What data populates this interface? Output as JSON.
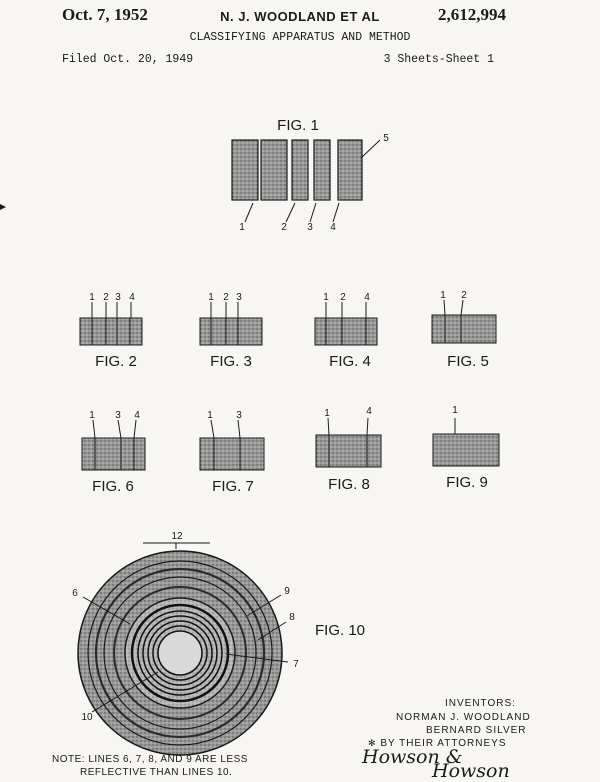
{
  "header": {
    "date": "Oct. 7, 1952",
    "inventor_name": "N. J. WOODLAND ET AL",
    "patent_number": "2,612,994",
    "title": "CLASSIFYING APPARATUS AND METHOD",
    "filed": "Filed Oct. 20, 1949",
    "sheets": "3 Sheets-Sheet 1"
  },
  "figures": [
    {
      "label": "FIG. 1",
      "callouts": [
        "1",
        "2",
        "3",
        "4",
        "5"
      ]
    },
    {
      "label": "FIG. 2",
      "callouts": [
        "1",
        "2",
        "3",
        "4"
      ]
    },
    {
      "label": "FIG. 3",
      "callouts": [
        "1",
        "2",
        "3"
      ]
    },
    {
      "label": "FIG. 4",
      "callouts": [
        "1",
        "2",
        "4"
      ]
    },
    {
      "label": "FIG. 5",
      "callouts": [
        "1",
        "2"
      ]
    },
    {
      "label": "FIG. 6",
      "callouts": [
        "1",
        "3",
        "4"
      ]
    },
    {
      "label": "FIG. 7",
      "callouts": [
        "1",
        "3"
      ]
    },
    {
      "label": "FIG. 8",
      "callouts": [
        "1",
        "4"
      ]
    },
    {
      "label": "FIG. 9",
      "callouts": [
        "1"
      ]
    },
    {
      "label": "FIG. 10",
      "callouts": [
        "12",
        "6",
        "9",
        "8",
        "7",
        "10"
      ]
    }
  ],
  "inventors": {
    "heading": "INVENTORS:",
    "names": [
      "NORMAN J. WOODLAND",
      "BERNARD SILVER"
    ],
    "attorneys": "BY THEIR ATTORNEYS",
    "signature": [
      "Howson & ",
      "Howson"
    ]
  },
  "note": [
    "NOTE: LINES 6, 7, 8, AND 9 ARE LESS",
    "REFLECTIVE THAN LINES 10."
  ],
  "colors": {
    "ink": "#1a1a1a",
    "paper": "#f7f6f2",
    "stipple": "#8c8c8c"
  }
}
